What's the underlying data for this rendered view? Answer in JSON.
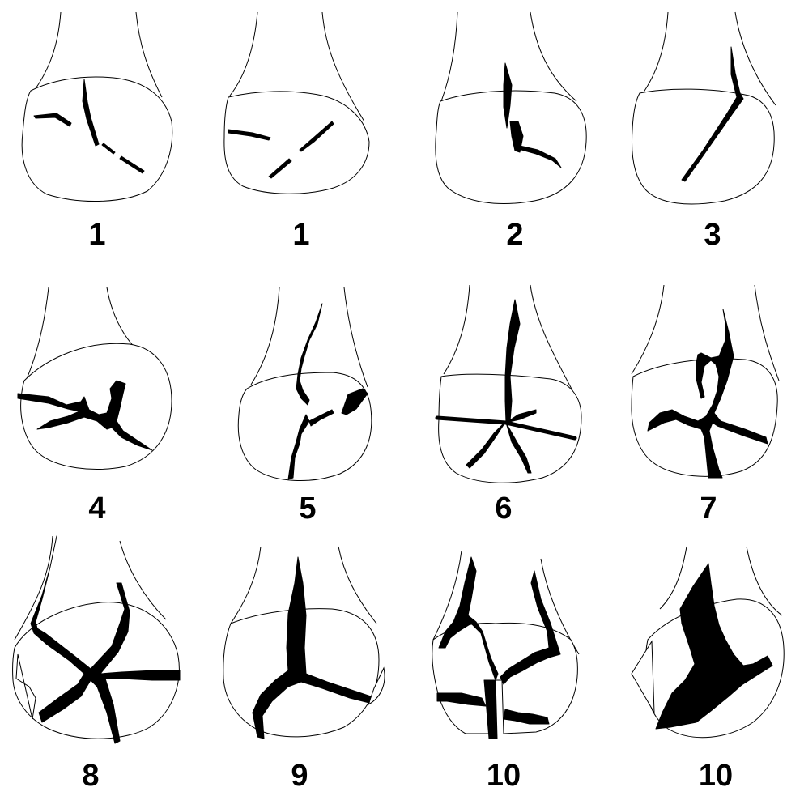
{
  "panels": [
    {
      "label": "1"
    },
    {
      "label": "1"
    },
    {
      "label": "2"
    },
    {
      "label": "3"
    },
    {
      "label": "4"
    },
    {
      "label": "5"
    },
    {
      "label": "6"
    },
    {
      "label": "7"
    },
    {
      "label": "8"
    },
    {
      "label": "9"
    },
    {
      "label": "10"
    },
    {
      "label": "10"
    }
  ]
}
